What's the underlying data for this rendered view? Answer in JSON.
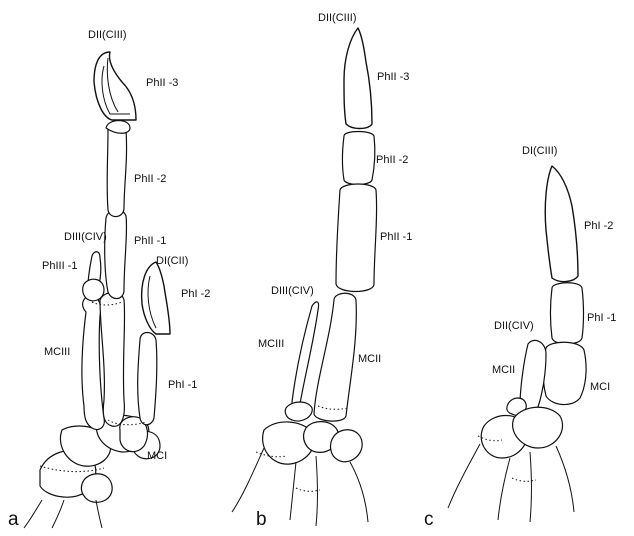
{
  "panels": {
    "a": "a",
    "b": "b",
    "c": "c"
  },
  "labels": {
    "a": {
      "dii_ciii": "DII(CIII)",
      "phii_3": "PhII -3",
      "phii_2": "PhII -2",
      "diii_civ": "DIII(CIV)",
      "phii_1": "PhII -1",
      "di_cii": "DI(CII)",
      "phiii_1": "PhIII -1",
      "phi_2": "PhI -2",
      "mciii": "MCIII",
      "phi_1": "PhI -1",
      "mci": "MCI"
    },
    "b": {
      "dii_ciii": "DII(CIII)",
      "phii_3": "PhII -3",
      "phii_2": "PhII -2",
      "phii_1": "PhII -1",
      "diii_civ": "DIII(CIV)",
      "mciii": "MCIII",
      "mcii": "MCII"
    },
    "c": {
      "di_ciii": "DI(CIII)",
      "phi_2": "PhI -2",
      "phi_1": "PhI -1",
      "dii_civ": "DII(CIV)",
      "mcii": "MCII",
      "mci": "MCI"
    }
  },
  "colors": {
    "line": "#111111",
    "background": "#ffffff"
  }
}
